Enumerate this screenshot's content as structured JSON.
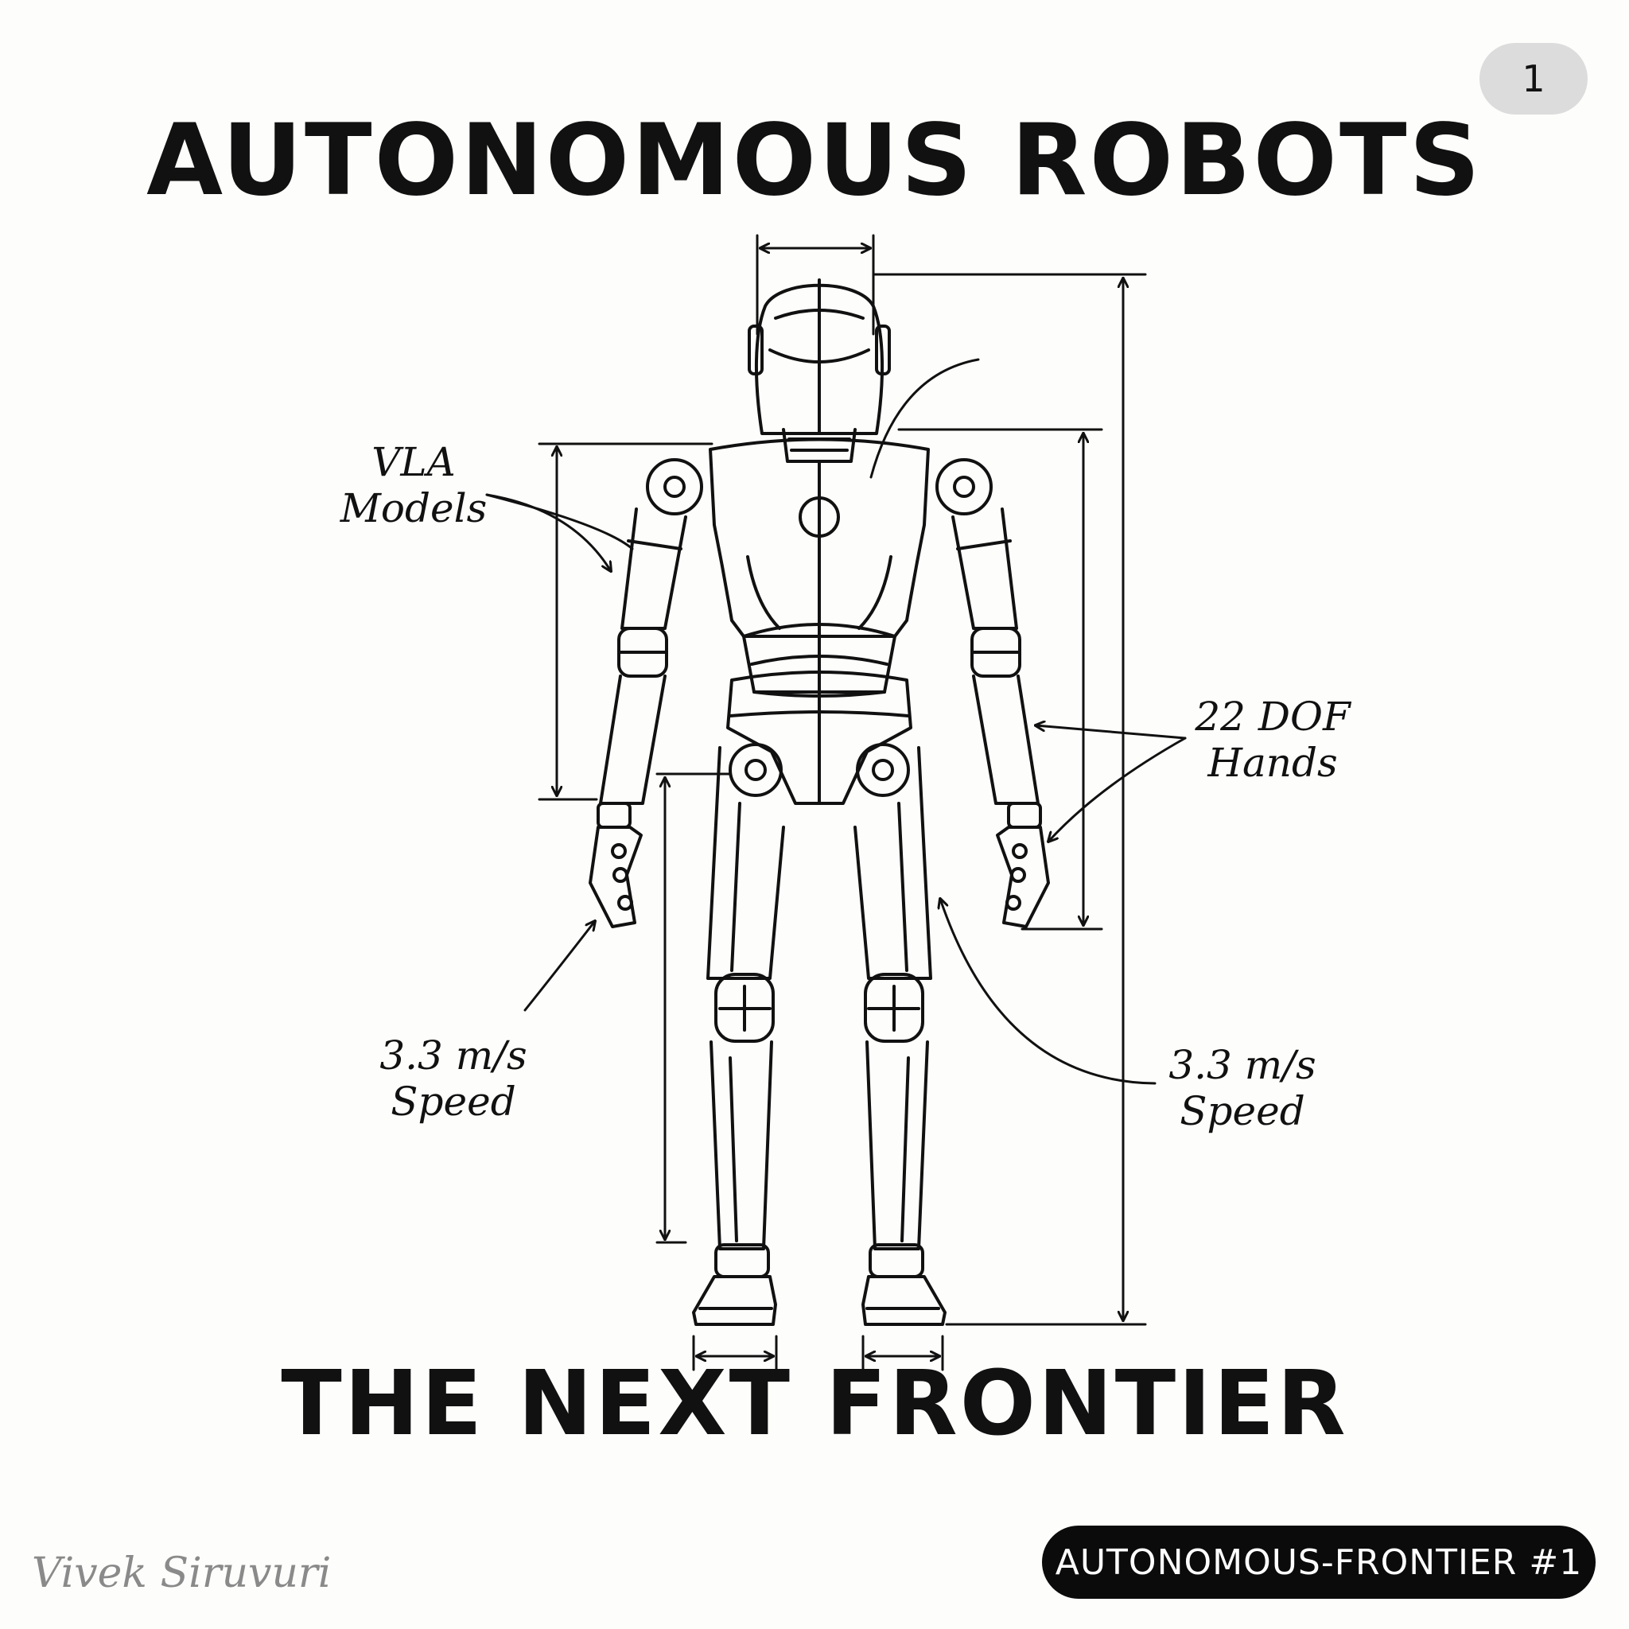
{
  "page_badge": "1",
  "title": "AUTONOMOUS ROBOTS",
  "subtitle": "THE NEXT FRONTIER",
  "callouts": {
    "vla": {
      "line1": "VLA",
      "line2": "Models"
    },
    "hands": {
      "line1": "22 DOF",
      "line2": "Hands"
    },
    "speed_left": {
      "line1": "3.3 m/s",
      "line2": "Speed"
    },
    "speed_right": {
      "line1": "3.3 m/s",
      "line2": "Speed"
    }
  },
  "series_tag": "AUTONOMOUS-FRONTIER #1",
  "signature": "Vivek Siruvuri",
  "colors": {
    "ink": "#111111",
    "background": "#fdfdfb",
    "badge": "#dcdcdc",
    "tag": "#0b0b0b",
    "signature": "#8a8a8a"
  }
}
